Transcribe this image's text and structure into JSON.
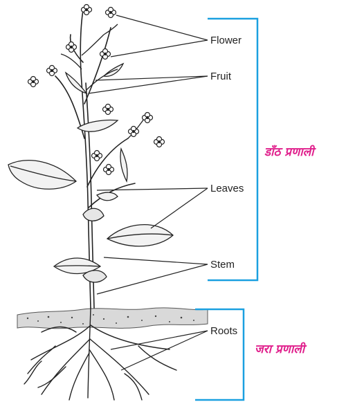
{
  "labels": {
    "flower": "Flower",
    "fruit": "Fruit",
    "leaves": "Leaves",
    "stem": "Stem",
    "roots": "Roots"
  },
  "systems": {
    "shoot": "डाँठ प्रणाली",
    "root": "जरा प्रणाली"
  },
  "colors": {
    "bracket": "#1aa0e0",
    "system_text": "#e0208c",
    "line": "#222222"
  }
}
